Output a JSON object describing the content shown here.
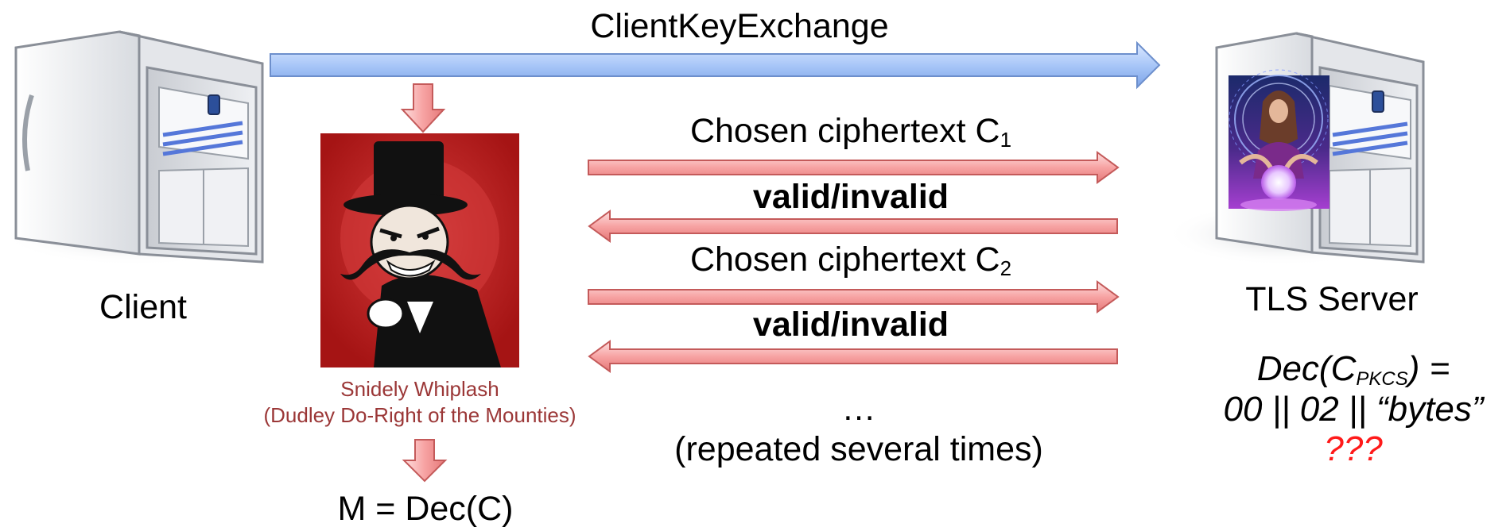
{
  "labels": {
    "client_key_exchange": "ClientKeyExchange",
    "client": "Client",
    "server": "TLS Server",
    "chosen_prefix": "Chosen ciphertext C",
    "chosen_sub_1": "1",
    "chosen_sub_2": "2",
    "valid_invalid": "valid/invalid",
    "ellipsis": "…",
    "repeated": "(repeated several times)",
    "attacker_name": "Snidely Whiplash",
    "attacker_source": "(Dudley Do-Right of the Mounties)",
    "result": "M = Dec(C)",
    "dec_left": "Dec(C",
    "dec_sub": "PKCS",
    "dec_right": ") =",
    "dec_bytes": "00 || 02 || “bytes”",
    "question": "???"
  },
  "colors": {
    "blue_arrow": "#aac8ff",
    "red_arrow": "#f7a3a3",
    "villain_bg": "#a51414",
    "caption": "#9b3737",
    "question": "#ff1a1a"
  },
  "icons": {
    "client": "server-tower-icon",
    "server": "server-tower-icon",
    "attacker": "villain-cartoon",
    "oracle": "fortune-teller-crystal-ball"
  }
}
